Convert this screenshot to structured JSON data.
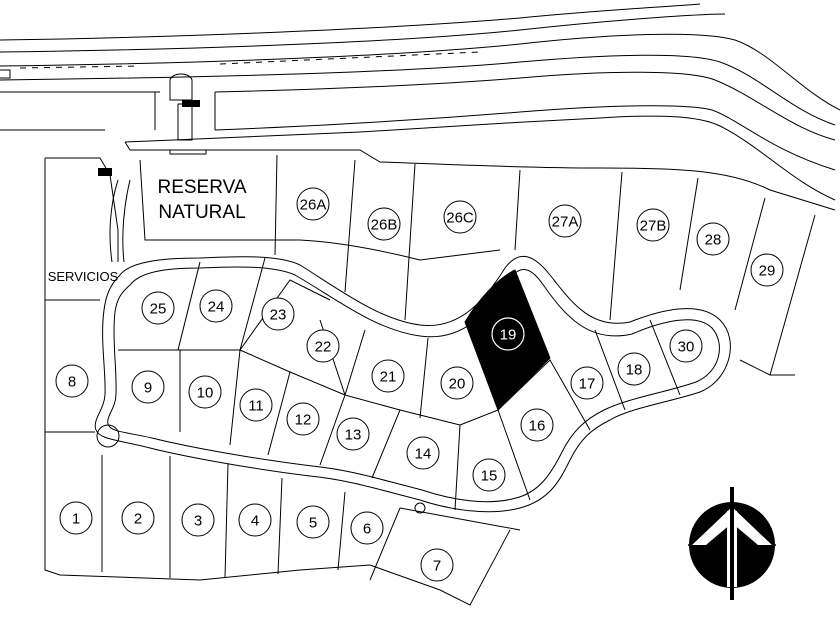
{
  "map": {
    "areas": {
      "reserva_line1": "RESERVA",
      "reserva_line2": "NATURAL",
      "servicios": "SERVICIOS"
    },
    "selected_lot": "19",
    "lots": [
      {
        "id": "1"
      },
      {
        "id": "2"
      },
      {
        "id": "3"
      },
      {
        "id": "4"
      },
      {
        "id": "5"
      },
      {
        "id": "6"
      },
      {
        "id": "7"
      },
      {
        "id": "8"
      },
      {
        "id": "9"
      },
      {
        "id": "10"
      },
      {
        "id": "11"
      },
      {
        "id": "12"
      },
      {
        "id": "13"
      },
      {
        "id": "14"
      },
      {
        "id": "15"
      },
      {
        "id": "16"
      },
      {
        "id": "17"
      },
      {
        "id": "18"
      },
      {
        "id": "19"
      },
      {
        "id": "20"
      },
      {
        "id": "21"
      },
      {
        "id": "22"
      },
      {
        "id": "23"
      },
      {
        "id": "24"
      },
      {
        "id": "25"
      },
      {
        "id": "26A"
      },
      {
        "id": "26B"
      },
      {
        "id": "26C"
      },
      {
        "id": "27A"
      },
      {
        "id": "27B"
      },
      {
        "id": "28"
      },
      {
        "id": "29"
      },
      {
        "id": "30"
      }
    ],
    "colors": {
      "line": "#000000",
      "background": "#ffffff",
      "selected_fill": "#000000"
    },
    "icons": {
      "north_arrow": "north-arrow-icon"
    }
  }
}
